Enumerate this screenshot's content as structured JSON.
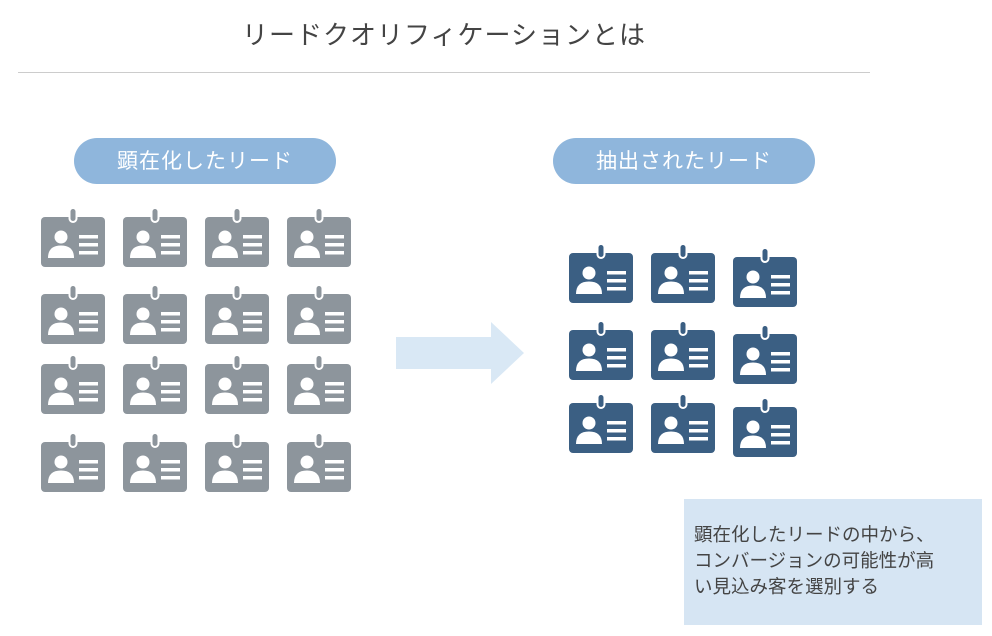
{
  "title": "リードクオリフィケーションとは",
  "left_group": {
    "label": "顕在化したリード",
    "badge_color": "#8d959c",
    "badge_count": 16
  },
  "right_group": {
    "label": "抽出されたリード",
    "badge_color": "#3b5f83",
    "badge_count": 9
  },
  "arrow_color": "#d9e8f5",
  "badge_icon": "id-badge-icon",
  "arrow_icon": "right-arrow-icon",
  "note": {
    "lines": [
      "顕在化したリードの中から、",
      "コンバージョンの可能性が高",
      "い見込み客を選別する"
    ]
  }
}
